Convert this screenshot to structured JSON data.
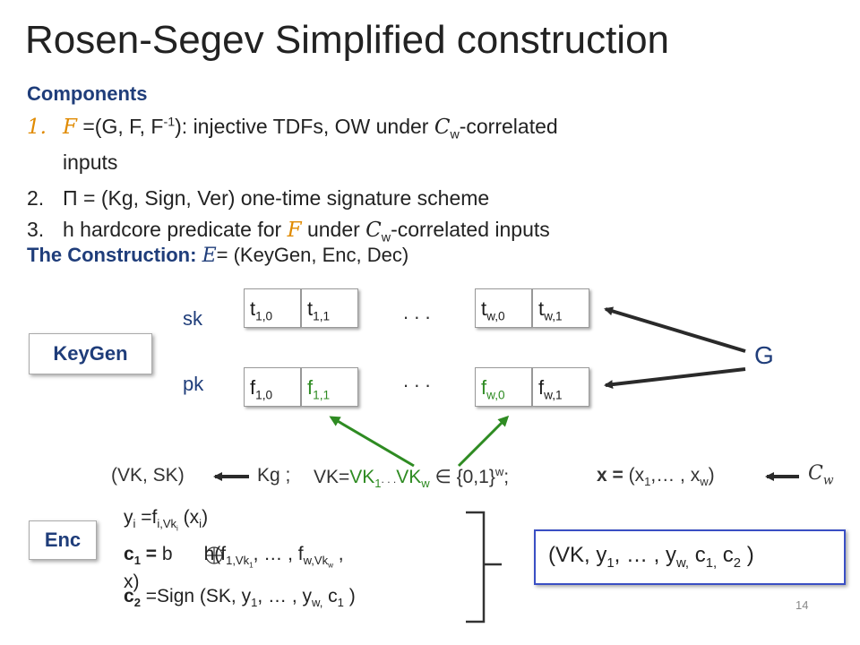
{
  "title": "Rosen-Segev Simplified construction",
  "components": {
    "heading": "Components",
    "items": [
      {
        "num": "1.",
        "lines": [
          "=(G, F, F",
          "): injective TDFs, OW under",
          "-correlated",
          "inputs"
        ],
        "scr": "F",
        "sup": "-1",
        "c": "C",
        "csub": "w"
      },
      {
        "num": "2.",
        "text": "Π = (Kg, Sign, Ver)  one-time signature scheme"
      },
      {
        "num": "3.",
        "pre": "h hardcore predicate for",
        "scr": "F",
        "mid": "under",
        "c": "C",
        "csub": "w",
        "post": "-correlated inputs"
      }
    ]
  },
  "construction": {
    "heading": "The Construction:",
    "scr": "E",
    "rest": "= (KeyGen, Enc, Dec)"
  },
  "keygen": {
    "label": "KeyGen",
    "sk_label": "sk",
    "pk_label": "pk",
    "g_label": "G",
    "dots": ". . .",
    "sk_cells": [
      {
        "base": "t",
        "sub": "1,0"
      },
      {
        "base": "t",
        "sub": "1,1"
      },
      {
        "base": "t",
        "sub": "w,0"
      },
      {
        "base": "t",
        "sub": "w,1"
      }
    ],
    "pk_cells": [
      {
        "base": "f",
        "sub": "1,0"
      },
      {
        "base": "f",
        "sub": "1,1"
      },
      {
        "base": "f",
        "sub": "w,0"
      },
      {
        "base": "f",
        "sub": "w,1"
      }
    ]
  },
  "middle": {
    "vksk": "(VK, SK)",
    "kg": "Kg ;",
    "vk_eq": "VK=",
    "vk1": "VK",
    "vk1_sub": "1",
    "dots": ". . .",
    "vkw": "VK",
    "vkw_sub": "w",
    "in_set": "∈ {0,1}",
    "set_sup": "w",
    "semi": ";",
    "x_label": "x =",
    "x_rest": "(x",
    "x1_sub": "1",
    "x_mid": ",… , x",
    "xw_sub": "w",
    "x_close": ")",
    "cw": "C",
    "cw_sub": "w"
  },
  "enc": {
    "label": "Enc",
    "y_line": "y",
    "c1_line": "c",
    "c2_line": "c",
    "ciphertext": "(VK, y"
  },
  "page_number": "14",
  "colors": {
    "title": "#222222",
    "heading": "#1f3d7a",
    "accent": "#e08a00",
    "green": "#2e8b22",
    "arrow": "#2a2a2a",
    "ctext_border": "#3a4fc4"
  }
}
